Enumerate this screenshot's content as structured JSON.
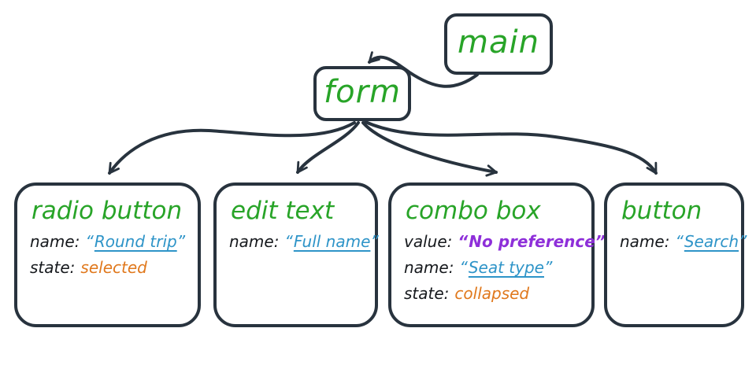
{
  "diagram": {
    "quote_open": "“",
    "quote_close": "”",
    "colors": {
      "stroke": "#28333e",
      "node_label_green": "#28a428",
      "link_blue": "#2e94c8",
      "state_orange": "#e0781c",
      "value_purple": "#8e2fd9",
      "label_black": "#16191d"
    },
    "root": {
      "label": "main"
    },
    "form": {
      "label": "form"
    },
    "children": [
      {
        "title": "radio button",
        "props": [
          {
            "label": "name:",
            "value": "Round trip"
          },
          {
            "label": "state:",
            "value": "selected"
          }
        ]
      },
      {
        "title": "edit text",
        "props": [
          {
            "label": "name:",
            "value": "Full name"
          }
        ]
      },
      {
        "title": "combo box",
        "props": [
          {
            "label": "value:",
            "value": "No preference"
          },
          {
            "label": "name:",
            "value": "Seat type"
          },
          {
            "label": "state:",
            "value": "collapsed"
          }
        ]
      },
      {
        "title": "button",
        "props": [
          {
            "label": "name:",
            "value": "Search"
          }
        ]
      }
    ]
  }
}
